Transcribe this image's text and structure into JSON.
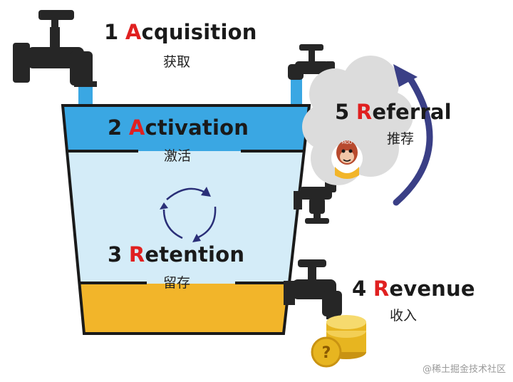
{
  "colors": {
    "highlight": "#e02020",
    "water_top": "#3aa7e3",
    "water_mid": "#d4ecf8",
    "water_bottom": "#f2b52a",
    "bucket_edge": "#1a1a1a",
    "faucet": "#262626",
    "cloud": "#dcdcdc",
    "coin": "#e7b520",
    "arrow": "#3a3f86"
  },
  "stages": [
    {
      "id": "acquisition",
      "num": "1",
      "highlight": "A",
      "rest": "cquisition",
      "cn": "获取"
    },
    {
      "id": "activation",
      "num": "2",
      "highlight": "A",
      "rest": "ctivation",
      "cn": "激活"
    },
    {
      "id": "retention",
      "num": "3",
      "highlight": "R",
      "rest": "etention",
      "cn": "留存"
    },
    {
      "id": "revenue",
      "num": "4",
      "highlight": "R",
      "rest": "evenue",
      "cn": "收入"
    },
    {
      "id": "referral",
      "num": "5",
      "highlight": "R",
      "rest": "eferral",
      "cn": "推荐"
    }
  ],
  "icons": {
    "faucet": "faucet-icon",
    "cycle": "cycle-arrows-icon",
    "cloud": "cloud-icon",
    "avatar": "monkey-avatar-icon",
    "coins": "coin-stack-icon",
    "curved_arrow": "curved-arrow-icon"
  },
  "avatar_badge": "MOU",
  "coin_symbol": "?",
  "watermark": "@稀土掘金技术社区"
}
